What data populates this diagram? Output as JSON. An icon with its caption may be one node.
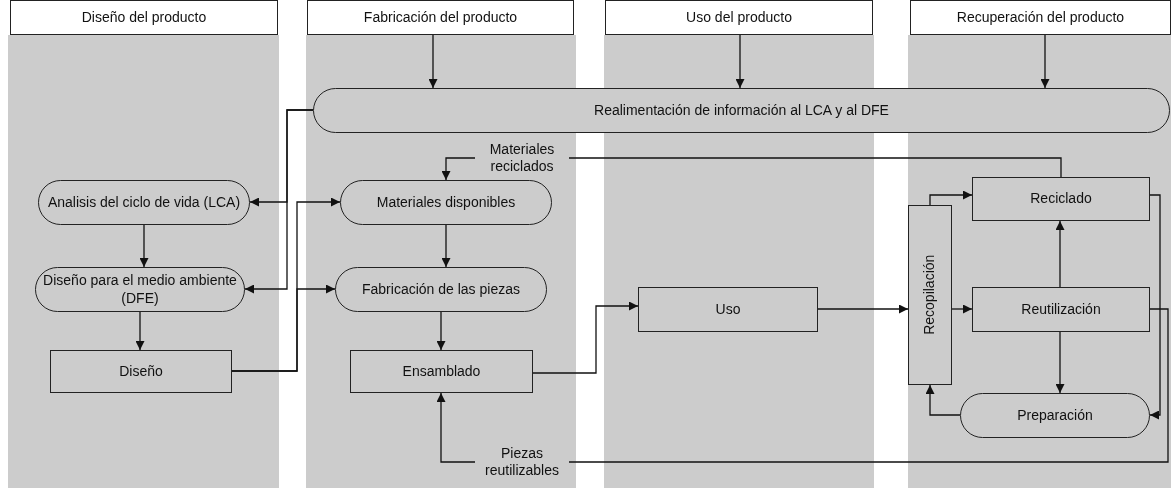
{
  "diagram": {
    "nodes": [
      {
        "text": [
          "Diseño del producto"
        ]
      },
      {
        "text": [
          "Fabricación del producto"
        ]
      },
      {
        "text": [
          "Uso del producto"
        ]
      },
      {
        "text": [
          "Recuperación del producto"
        ]
      },
      {
        "text": [
          "Realimentación de información al LCA y al DFE"
        ]
      },
      {
        "text": [
          "Analisis del ciclo de vida (LCA)"
        ]
      },
      {
        "text": [
          "Materiales disponibles"
        ]
      },
      {
        "text": [
          "Diseño para el medio ambiente (DFE)"
        ]
      },
      {
        "text": [
          "Fabricación de las piezas"
        ]
      },
      {
        "text": [
          "Diseño"
        ]
      },
      {
        "text": [
          "Ensamblado"
        ]
      },
      {
        "text": [
          "Uso"
        ]
      },
      {
        "text": [
          "Recopilación"
        ]
      },
      {
        "text": [
          "Reciclado"
        ]
      },
      {
        "text": [
          "Reutilización"
        ]
      },
      {
        "text": [
          "Preparación"
        ]
      }
    ],
    "edges": [
      {
        "from": 1,
        "to": 4,
        "arrow": "to"
      },
      {
        "from": 2,
        "to": 4,
        "arrow": "to"
      },
      {
        "from": 3,
        "to": 4,
        "arrow": "to"
      },
      {
        "from": 4,
        "to": 5,
        "arrow": "to"
      },
      {
        "from": 4,
        "to": 7,
        "arrow": "to"
      },
      {
        "from": 5,
        "to": 7,
        "arrow": "to"
      },
      {
        "from": 7,
        "to": 9,
        "arrow": "to"
      },
      {
        "from": 9,
        "to": 6,
        "arrow": "to"
      },
      {
        "from": 9,
        "to": 8,
        "arrow": "to"
      },
      {
        "from": 6,
        "to": 8,
        "arrow": "to"
      },
      {
        "from": 8,
        "to": 10,
        "arrow": "to"
      },
      {
        "from": 10,
        "to": 11,
        "arrow": "to"
      },
      {
        "from": 11,
        "to": 12,
        "arrow": "to"
      },
      {
        "from": 12,
        "to": 13,
        "arrow": "to"
      },
      {
        "from": 12,
        "to": 14,
        "arrow": "to"
      },
      {
        "from": 14,
        "to": 13,
        "arrow": "to"
      },
      {
        "from": 14,
        "to": 15,
        "arrow": "to"
      },
      {
        "from": 15,
        "to": 12,
        "arrow": "to"
      },
      {
        "from": 13,
        "to": 6,
        "arrow": "to",
        "label": "Materiales reciclados"
      },
      {
        "from": 13,
        "to": 15,
        "arrow": "to"
      },
      {
        "from": 14,
        "to": 10,
        "arrow": "to",
        "label": "Piezas reutilizables"
      }
    ]
  }
}
